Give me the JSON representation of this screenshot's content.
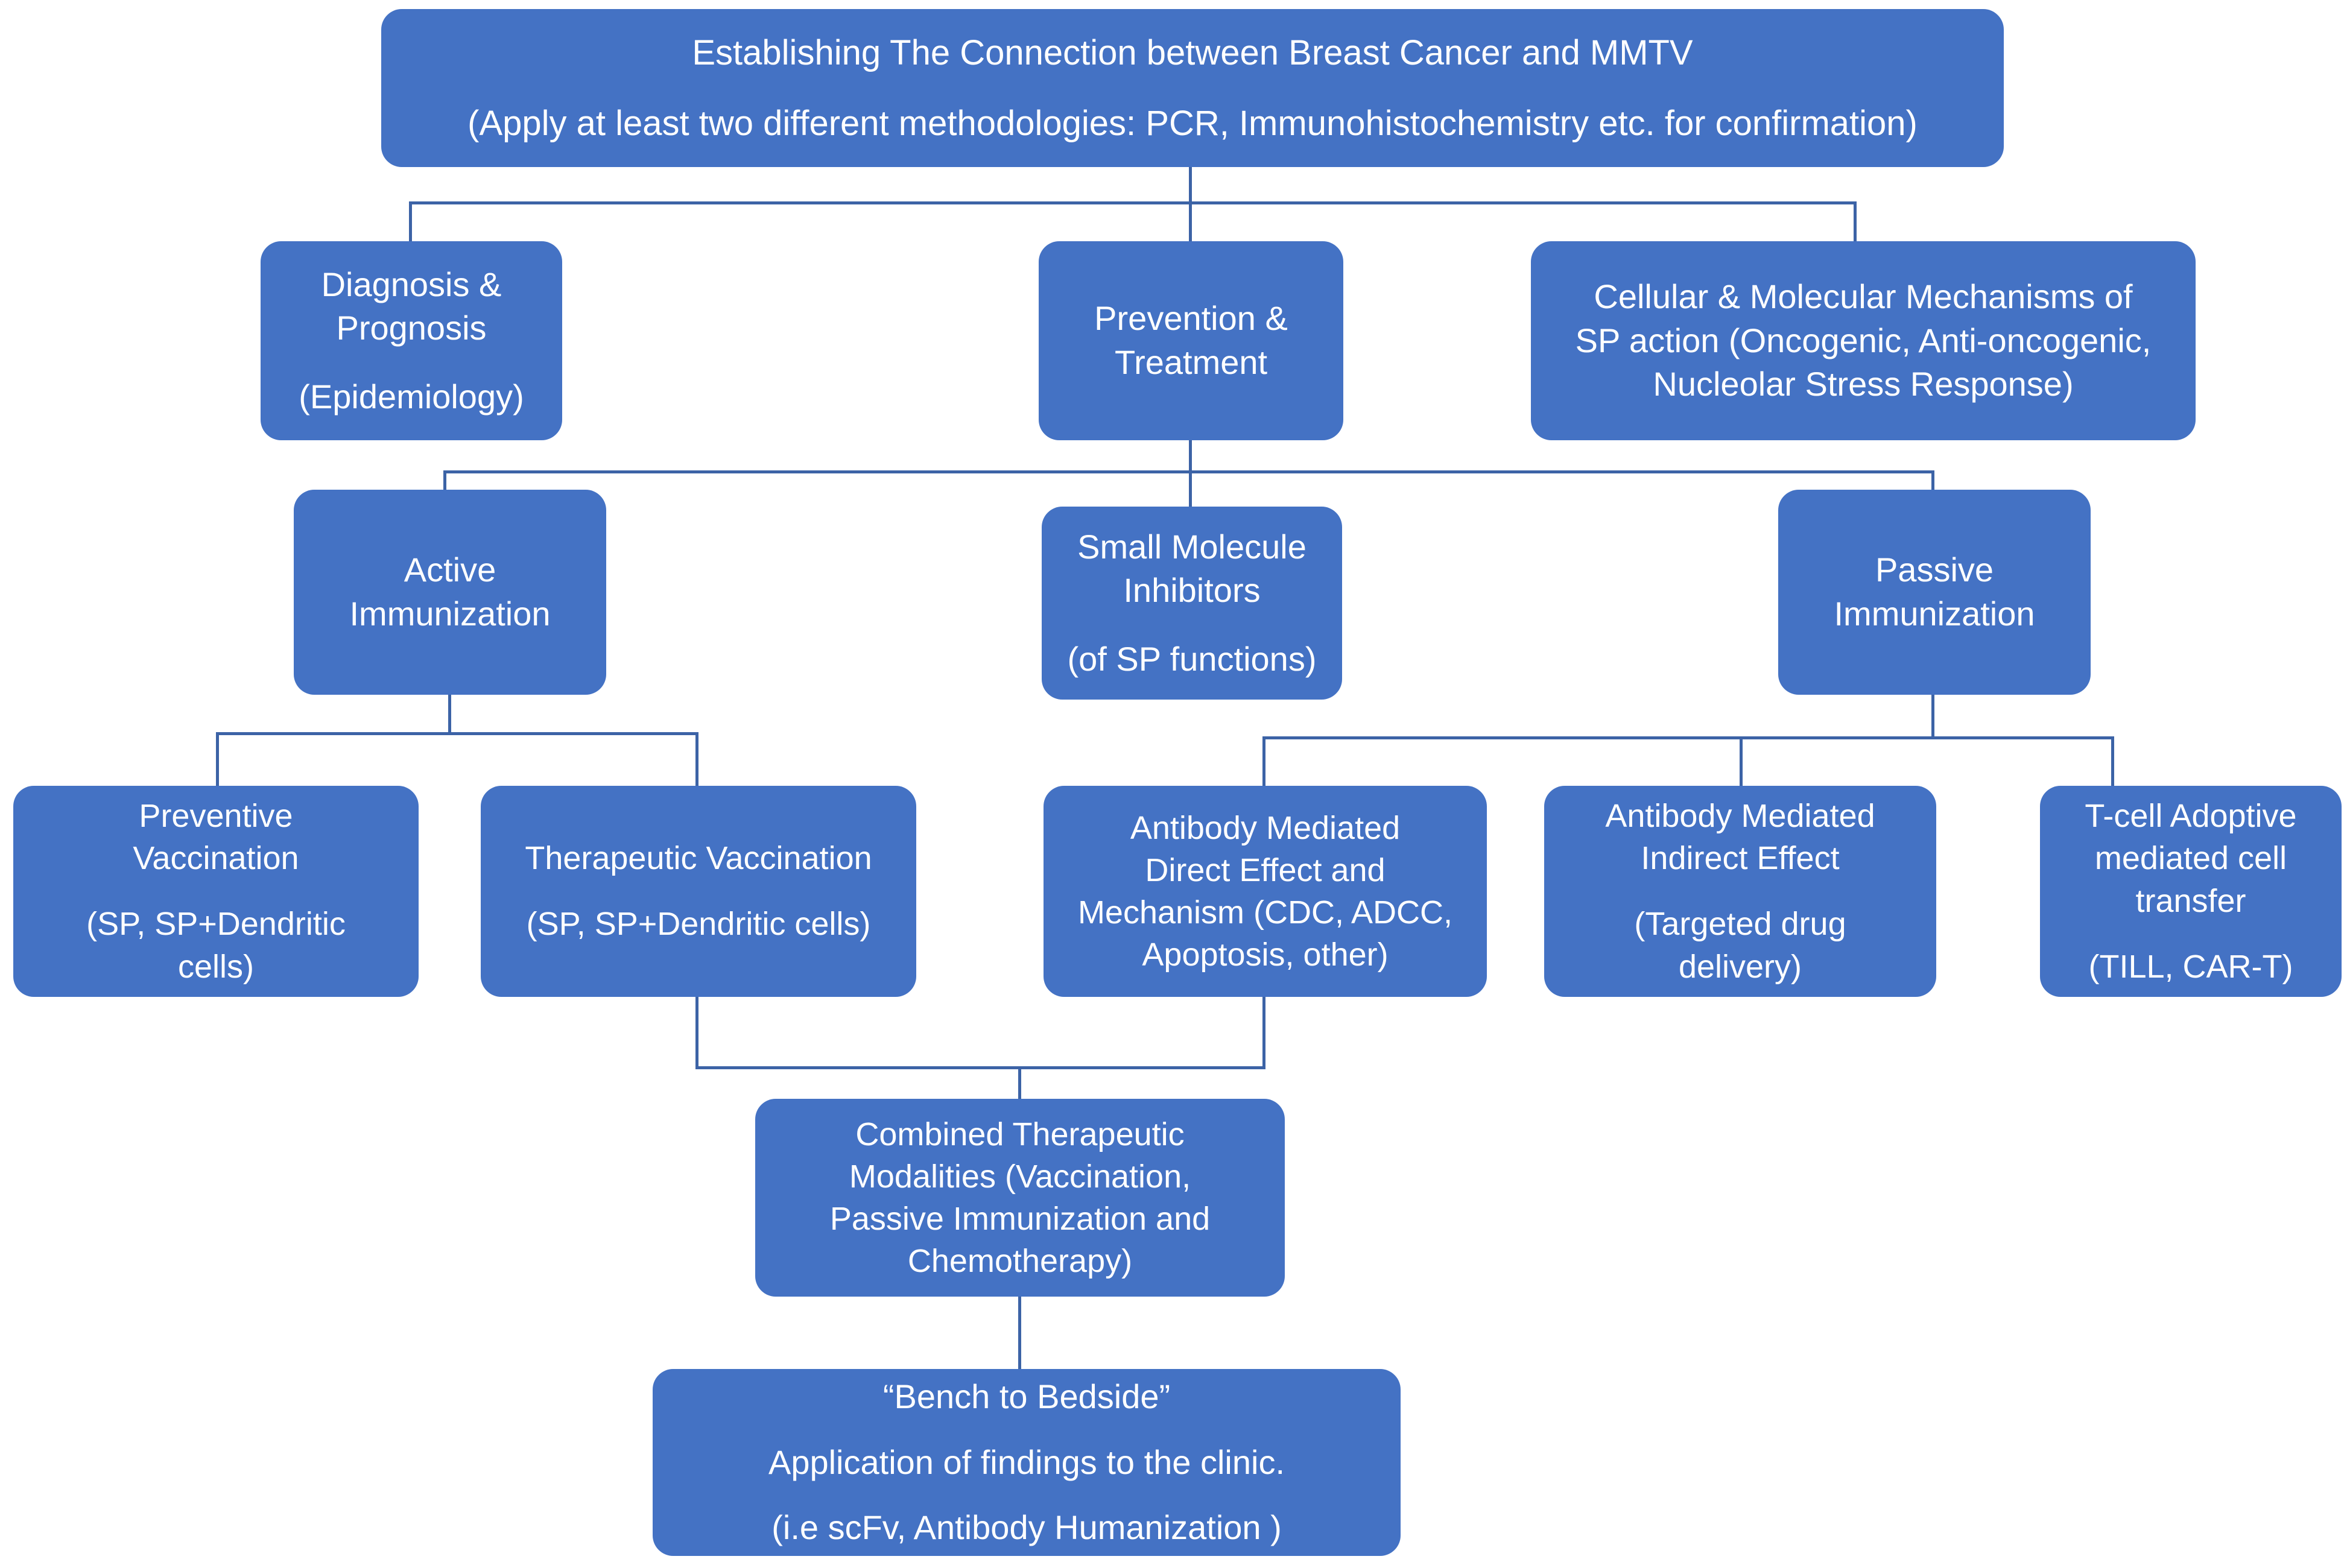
{
  "diagram": {
    "title": "Establishing The Connection between Breast Cancer and MMTV",
    "accent_color": "#4472C4",
    "connector_color": "#3C63A6",
    "text_color": "#FFFFFF",
    "background_color": "#FFFFFF"
  },
  "nodes": {
    "root": {
      "line1": "Establishing The Connection between Breast Cancer and MMTV",
      "line2": "(Apply at least two different methodologies: PCR, Immunohistochemistry etc. for confirmation)"
    },
    "diagnosis_prognosis": {
      "line1": "Diagnosis &",
      "line2": "Prognosis",
      "line3": "(Epidemiology)"
    },
    "prevention_treatment": {
      "line1": "Prevention &",
      "line2": "Treatment"
    },
    "cellular_molecular": {
      "line1": "Cellular & Molecular Mechanisms of",
      "line2": "SP action (Oncogenic, Anti-oncogenic,",
      "line3": "Nucleolar Stress Response)"
    },
    "active_immunization": {
      "line1": "Active",
      "line2": "Immunization"
    },
    "small_molecule_inhibitors": {
      "line1": "Small Molecule",
      "line2": "Inhibitors",
      "line3": "(of SP functions)"
    },
    "passive_immunization": {
      "line1": "Passive",
      "line2": "Immunization"
    },
    "preventive_vaccination": {
      "line1": "Preventive",
      "line2": "Vaccination",
      "line3": "(SP, SP+Dendritic",
      "line4": "cells)"
    },
    "therapeutic_vaccination": {
      "line1": "Therapeutic Vaccination",
      "line2": "(SP, SP+Dendritic cells)"
    },
    "antibody_direct": {
      "line1": "Antibody Mediated",
      "line2": "Direct Effect and",
      "line3": "Mechanism (CDC, ADCC,",
      "line4": "Apoptosis, other)"
    },
    "antibody_indirect": {
      "line1": "Antibody  Mediated",
      "line2": "Indirect Effect",
      "line3": "(Targeted drug",
      "line4": "delivery)"
    },
    "tcell_adoptive": {
      "line1": "T-cell Adoptive",
      "line2": "mediated cell",
      "line3": "transfer",
      "line4": "(TILL, CAR-T)"
    },
    "combined_modalities": {
      "line1": "Combined Therapeutic",
      "line2": "Modalities (Vaccination,",
      "line3": "Passive Immunization and",
      "line4": "Chemotherapy)"
    },
    "bench_to_bedside": {
      "line1": "“Bench to Bedside”",
      "line2": "Application of findings to the clinic.",
      "line3": "(i.e scFv, Antibody Humanization )"
    }
  }
}
